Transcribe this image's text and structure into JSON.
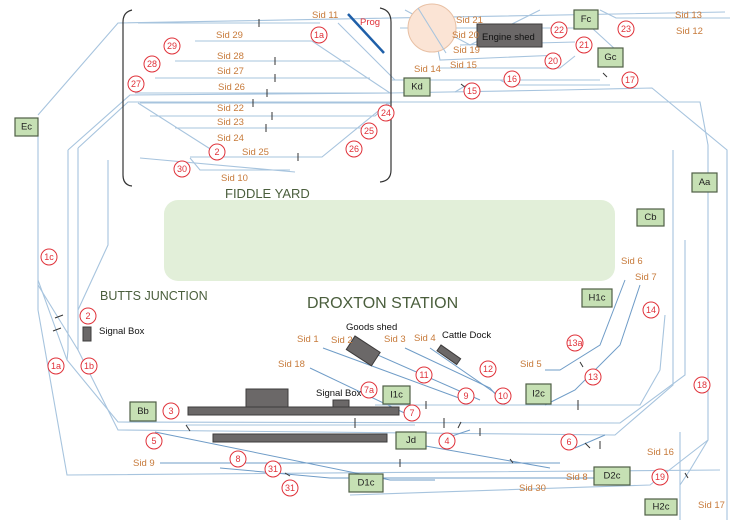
{
  "titles": {
    "fiddle_yard": "FIDDLE YARD",
    "butts_junction": "BUTTS JUNCTION",
    "droxton_station": "DROXTON STATION"
  },
  "labels": {
    "prog": "Prog",
    "engine_shed": "Engine shed",
    "goods_shed": "Goods shed",
    "cattle_dock": "Cattle Dock",
    "signal_box_junction": "Signal Box",
    "signal_box_station": "Signal Box"
  },
  "sidings": [
    {
      "id": "sid-11",
      "text": "Sid 11"
    },
    {
      "id": "sid-29",
      "text": "Sid 29"
    },
    {
      "id": "sid-28",
      "text": "Sid 28"
    },
    {
      "id": "sid-27",
      "text": "Sid 27"
    },
    {
      "id": "sid-26",
      "text": "Sid 26"
    },
    {
      "id": "sid-22",
      "text": "Sid 22"
    },
    {
      "id": "sid-23",
      "text": "Sid 23"
    },
    {
      "id": "sid-24",
      "text": "Sid 24"
    },
    {
      "id": "sid-25",
      "text": "Sid 25"
    },
    {
      "id": "sid-10",
      "text": "Sid 10"
    },
    {
      "id": "sid-21",
      "text": "Sid 21"
    },
    {
      "id": "sid-20",
      "text": "Sid 20"
    },
    {
      "id": "sid-19",
      "text": "Sid 19"
    },
    {
      "id": "sid-14",
      "text": "Sid 14"
    },
    {
      "id": "sid-15",
      "text": "Sid 15"
    },
    {
      "id": "sid-13",
      "text": "Sid 13"
    },
    {
      "id": "sid-12",
      "text": "Sid 12"
    },
    {
      "id": "sid-6",
      "text": "Sid 6"
    },
    {
      "id": "sid-7",
      "text": "Sid 7"
    },
    {
      "id": "sid-5",
      "text": "Sid 5"
    },
    {
      "id": "sid-1",
      "text": "Sid 1"
    },
    {
      "id": "sid-2",
      "text": "Sid 2"
    },
    {
      "id": "sid-3",
      "text": "Sid 3"
    },
    {
      "id": "sid-4",
      "text": "Sid 4"
    },
    {
      "id": "sid-18",
      "text": "Sid 18"
    },
    {
      "id": "sid-9",
      "text": "Sid 9"
    },
    {
      "id": "sid-8",
      "text": "Sid 8"
    },
    {
      "id": "sid-30",
      "text": "Sid 30"
    },
    {
      "id": "sid-16",
      "text": "Sid 16"
    },
    {
      "id": "sid-17",
      "text": "Sid 17"
    }
  ],
  "points": [
    "29",
    "28",
    "27",
    "1a",
    "2",
    "30",
    "24",
    "25",
    "26",
    "15",
    "16",
    "22",
    "21",
    "20",
    "23",
    "17",
    "1c",
    "2",
    "1a",
    "1b",
    "14",
    "13a",
    "13",
    "18",
    "12",
    "11",
    "9",
    "10",
    "7a",
    "7",
    "3",
    "5",
    "4",
    "8",
    "6",
    "31",
    "31",
    "19"
  ],
  "controllers": [
    "Ec",
    "Kd",
    "Fc",
    "Gc",
    "Aa",
    "Cb",
    "H1c",
    "I2c",
    "I1c",
    "Bb",
    "Jd",
    "D1c",
    "D2c",
    "H2c"
  ]
}
